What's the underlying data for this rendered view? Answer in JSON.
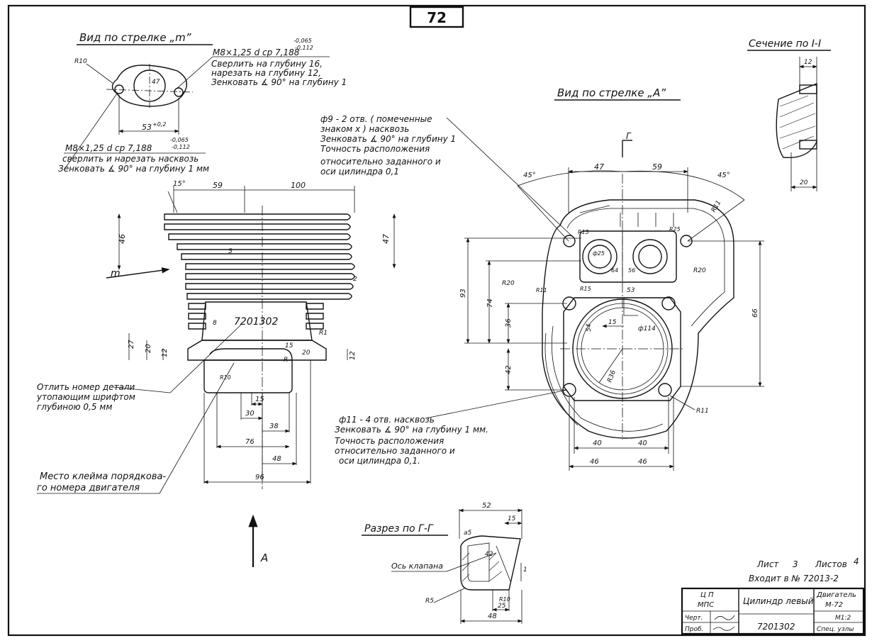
{
  "sheet_number": "72",
  "views": {
    "view_m_title": "Вид по стрелке „m”",
    "view_a_title": "Вид по стрелке „А”",
    "section_1_title": "Сечение по I-I",
    "section_g_title": "Разрез по Г-Г"
  },
  "notes": {
    "thread_top_1": "M8×1,25  d ср 7,188",
    "thread_top_tol_upper": "-0,065",
    "thread_top_tol_lower": "-0,112",
    "thread_top_2": "Сверлить на глубину 16,",
    "thread_top_3": "нарезать на глубину 12,",
    "thread_top_4": "Зенковать ∡ 90° на глубину 1",
    "thread_bot_1": "M8×1,25  d ср 7,188",
    "thread_bot_tol_upper": "-0,065",
    "thread_bot_tol_lower": "-0,112",
    "thread_bot_2": "сверлить и нарезать насквозь",
    "thread_bot_3": "Зенковать ∡ 90° на глубину 1 мм",
    "holes9_1": "ф9 - 2 отв. ( помеченные",
    "holes9_2": "знаком x ) насквозь",
    "holes9_3": "Зенковать ∡ 90° на глубину 1",
    "holes9_4": "Точность расположения",
    "holes9_5": "относительно заданного и",
    "holes9_6": "оси цилиндра 0,1",
    "holes11_1": "ф11 - 4 отв. насквозь",
    "holes11_2": "Зенковать ∡ 90° на глубину 1 мм.",
    "holes11_3": "Точность расположения",
    "holes11_4": "относительно заданного и",
    "holes11_5": "оси цилиндра 0,1.",
    "number_note_1": "Отлить номер детали",
    "number_note_2": "утопающим шрифтом",
    "number_note_3": "глубиною 0,5 мм",
    "stamp_note_1": "Место клейма порядкова-",
    "stamp_note_2": "го номера двигателя",
    "valve_axis": "Ось клапана",
    "part_marking": "7201302",
    "arrow_m": "m",
    "arrow_a": "А",
    "cut_g": "Г"
  },
  "dims": {
    "view_m": [
      "R10",
      "47",
      "53",
      "+0,2"
    ],
    "side": [
      "59",
      "100",
      "15°",
      "46",
      "47",
      "27",
      "20",
      "12",
      "12",
      "R10",
      "15",
      "30",
      "38",
      "76",
      "48",
      "96",
      "R1",
      "R",
      "15",
      "20",
      "5",
      "8",
      "2"
    ],
    "view_a": [
      "45°",
      "47",
      "59",
      "45°",
      "R11",
      "R15",
      "R25",
      "R20",
      "R11",
      "R20",
      "ф25",
      "64",
      "56",
      "53",
      "15",
      "ф114",
      "54",
      "R36",
      "93",
      "74",
      "36",
      "42",
      "66",
      "40",
      "40",
      "46",
      "46",
      "R11"
    ],
    "section_1": [
      "12",
      "20"
    ],
    "section_g": [
      "52",
      "15",
      "a5",
      "42",
      "1",
      "R5",
      "R10",
      "25",
      "48"
    ]
  },
  "sheet_info": {
    "sheet": "Лист",
    "sheet_no": "3",
    "sheets": "Листов",
    "sheets_no": "4",
    "enters": "Входит в № 72013-2"
  },
  "title_block": {
    "org_1": "Ц П",
    "org_2": "МПС",
    "part_name": "Цилиндр левый",
    "product_1": "Двигатель",
    "product_2": "М-72",
    "drawn_label": "Черт.",
    "checked_label": "Проб.",
    "part_number": "7201302",
    "scale": "М1:2",
    "spec": "Спец. узлы"
  }
}
